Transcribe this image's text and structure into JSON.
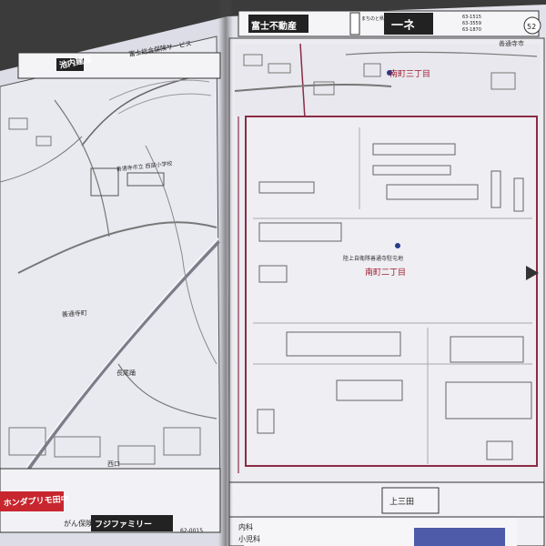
{
  "page_number": "52",
  "city": "善通寺市",
  "left_page": {
    "ads": {
      "company": "池内建設",
      "insurance_service": "富士総合保険サービス",
      "bottom_left": "ホンダプリモ田中",
      "bottom_insurance_label": "がん保険",
      "bottom_insurance": "フジファミリー",
      "bottom_phone": "62-0015"
    },
    "labels": {
      "school": "善通寺市立 西部小学校",
      "town": "善通寺町",
      "place": "長尾踊",
      "area": "西口"
    }
  },
  "right_page": {
    "ads": {
      "realestate": "富士不動産",
      "shop_tagline": "まちのと県の",
      "shop": "一ネ",
      "phone_1": "63-1515",
      "phone_2": "63-3559",
      "phone_3": "63-1870"
    },
    "labels": {
      "district_3": "南町三丁目",
      "district_2": "南町二丁目",
      "base": "陸上自衛隊善通寺駐屯地",
      "bottom_block": "上三田",
      "bottom_ad_1": "内科",
      "bottom_ad_2": "小児科"
    }
  }
}
